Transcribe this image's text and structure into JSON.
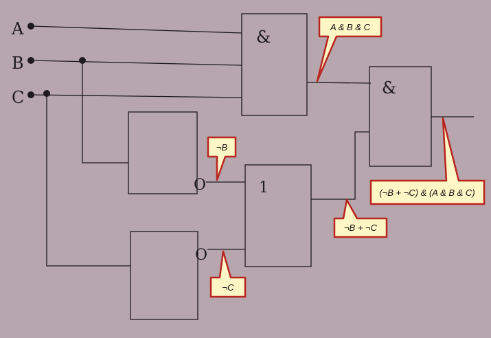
{
  "inputs": {
    "a": "A",
    "b": "B",
    "c": "C"
  },
  "gates": {
    "and1": "&",
    "and2": "&",
    "or1": "1",
    "not_b": "O",
    "not_c": "O"
  },
  "callouts": {
    "abc": "A & B & C",
    "not_b": "¬B",
    "not_c": "¬C",
    "or": "¬B + ¬C",
    "output": "(¬B + ¬C) & (A & B & C)"
  },
  "colors": {
    "callout_fill": "#fff6c6",
    "callout_border": "#b8241e",
    "background": "#b7a6ad"
  }
}
